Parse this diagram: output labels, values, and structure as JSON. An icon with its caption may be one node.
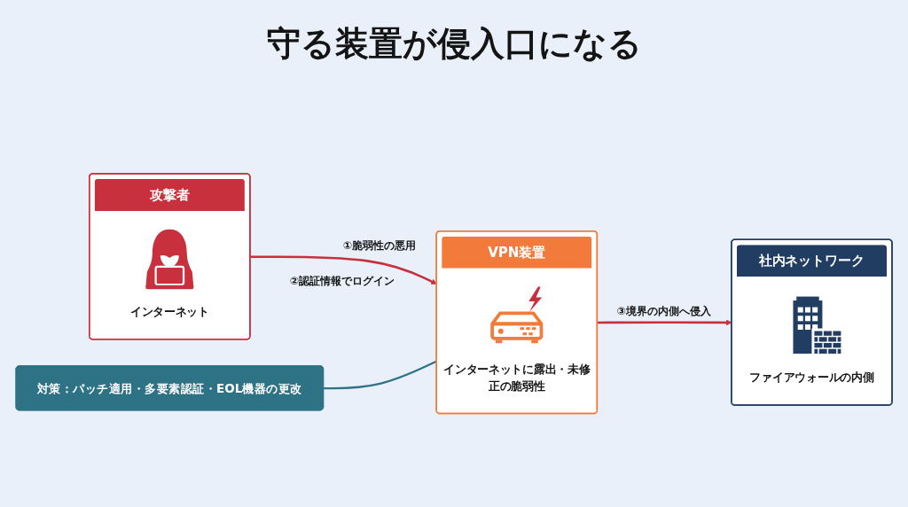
{
  "diagram": {
    "title": "守る装置が侵入口になる",
    "nodes": [
      {
        "text": [
          "攻撃者",
          "インターネット"
        ]
      },
      {
        "text": [
          "VPN装置",
          "インターネットに露出・未修正の脆弱性"
        ]
      },
      {
        "text": [
          "社内ネットワーク",
          "ファイアウォールの内側"
        ]
      },
      {
        "text": [
          "対策：パッチ適用・多要素認証・EOL機器の更改"
        ]
      }
    ],
    "edges": [
      {
        "from": 0,
        "to": 1,
        "arrow": "to",
        "label": "①脆弱性の悪用"
      },
      {
        "from": 1,
        "to": 2,
        "arrow": "to",
        "label": "③境界の内側へ侵入"
      },
      {
        "from": 3,
        "to": 1,
        "arrow": "none",
        "color": "#2e7285"
      }
    ],
    "labels": [
      "②認証情報でログイン"
    ]
  }
}
